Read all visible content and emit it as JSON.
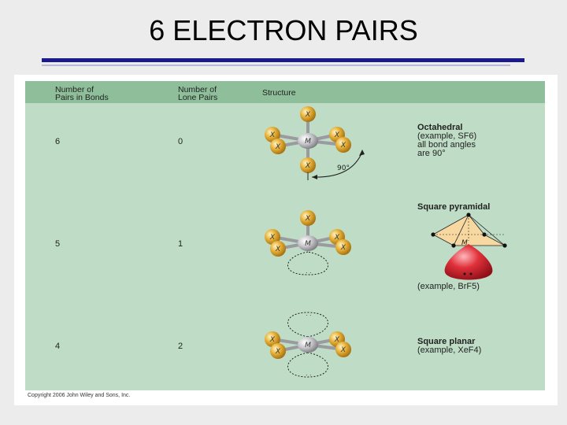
{
  "slide": {
    "title": "6 ELECTRON PAIRS"
  },
  "table": {
    "headers": {
      "pairs_in_bonds": [
        "Number of",
        "Pairs in Bonds"
      ],
      "lone_pairs": [
        "Number of",
        "Lone Pairs"
      ],
      "structure": "Structure"
    },
    "rows": [
      {
        "bonds": "6",
        "lone": "0",
        "shape": "Octahedral",
        "lines": [
          "(example, SF6)",
          "all bond angles",
          "are 90°"
        ],
        "angle_label": "90°"
      },
      {
        "bonds": "5",
        "lone": "1",
        "shape": "Square pyramidal",
        "lines": [
          "(example, BrF5)"
        ]
      },
      {
        "bonds": "4",
        "lone": "2",
        "shape": "Square planar",
        "lines": [
          "(example, XeF4)"
        ]
      }
    ]
  },
  "atom_labels": {
    "central": "M",
    "ligand": "X"
  },
  "copyright": "Copyright 2006 John Wiley and Sons, Inc.",
  "colors": {
    "title_rule": "#1a1a8c",
    "panel": "#bfddc6",
    "header_band": "#8fbf9a",
    "ligand": "#e0a526",
    "lone_pair": "#d41f2a"
  }
}
